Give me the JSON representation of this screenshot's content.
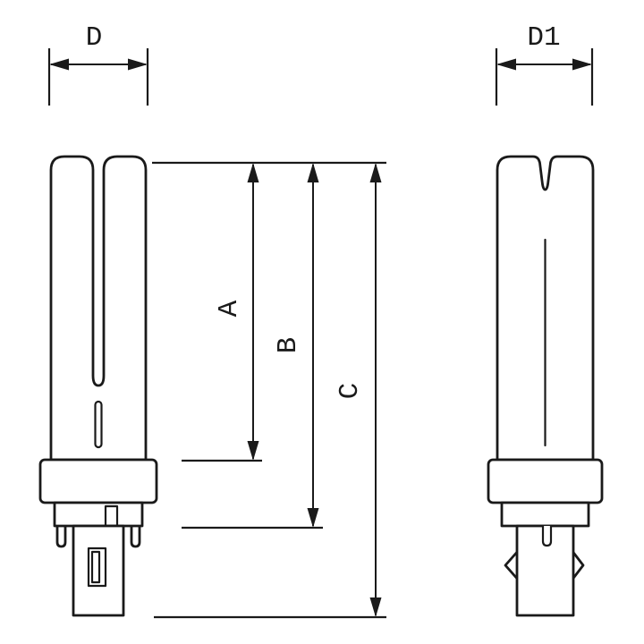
{
  "page": {
    "background": "#ffffff",
    "line_color": "#1a1a1a",
    "description": "Technical dimension drawing of a compact fluorescent lamp shown in front view and side view"
  },
  "labels": {
    "width_front": "D",
    "width_side": "D1",
    "dim_a": "A",
    "dim_b": "B",
    "dim_c": "C"
  }
}
